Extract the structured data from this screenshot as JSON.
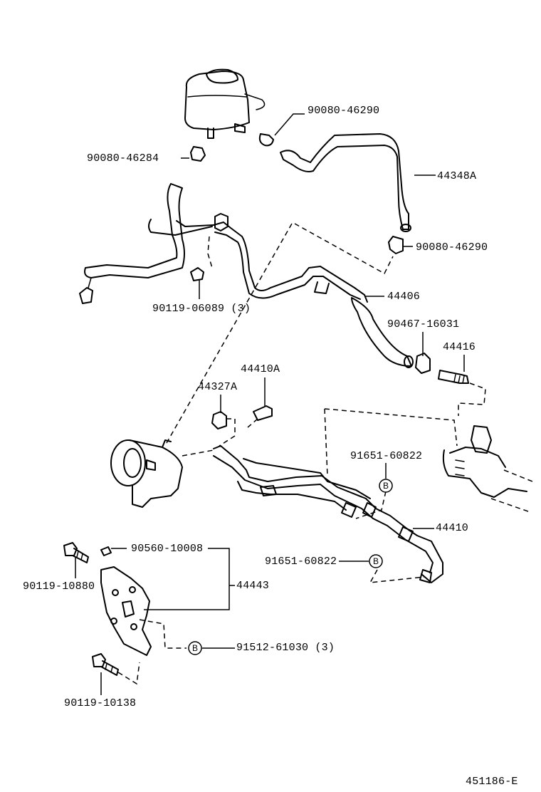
{
  "labels": {
    "p_90080_46290_top": "90080-46290",
    "p_90080_46284": "90080-46284",
    "p_44348A": "44348A",
    "p_90080_46290_mid": "90080-46290",
    "p_44406": "44406",
    "p_90119_06089": "90119-06089 (3)",
    "p_90467_16031": "90467-16031",
    "p_44416": "44416",
    "p_44410A": "44410A",
    "p_44327A": "44327A",
    "p_91651_60822_top": "91651-60822",
    "p_44410": "44410",
    "p_90560_10008": "90560-10008",
    "p_90119_10880": "90119-10880",
    "p_44443": "44443",
    "p_91651_60822_bottom": "91651-60822",
    "p_91512_61030": "91512-61030 (3)",
    "p_90119_10138": "90119-10138",
    "drawing_number": "451186-E"
  },
  "markers": {
    "b": "B"
  }
}
